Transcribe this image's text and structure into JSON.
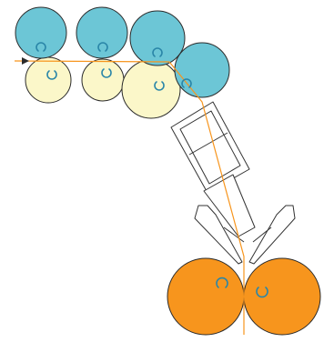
{
  "colors": {
    "background": "#ffffff",
    "upper_roller_fill": "#6cc6d6",
    "lower_roller_fill": "#fbf7c9",
    "large_roller_fill": "#f7951d",
    "outline": "#2b2b2b",
    "strand": "#f7951d",
    "rotation_arrow": "#2a86a8",
    "funnel_fill": "#ffffff",
    "funnel_stroke": "#333333"
  },
  "icons": {
    "roller_rotation": "curved-rotation-arrow-icon",
    "feed_direction": "arrowhead-icon"
  },
  "upper_rollers": [
    {
      "id": "upper-roller-1",
      "rotation": "clockwise"
    },
    {
      "id": "upper-roller-2",
      "rotation": "clockwise"
    },
    {
      "id": "upper-roller-3",
      "rotation": "clockwise"
    },
    {
      "id": "upper-roller-4",
      "rotation": "clockwise"
    }
  ],
  "lower_rollers": [
    {
      "id": "lower-roller-1",
      "rotation": "clockwise"
    },
    {
      "id": "lower-roller-2",
      "rotation": "clockwise"
    },
    {
      "id": "lower-roller-3",
      "rotation": "clockwise"
    }
  ],
  "delivery_rollers": [
    {
      "id": "delivery-roller-left",
      "rotation": "counterclockwise"
    },
    {
      "id": "delivery-roller-right",
      "rotation": "clockwise"
    }
  ]
}
